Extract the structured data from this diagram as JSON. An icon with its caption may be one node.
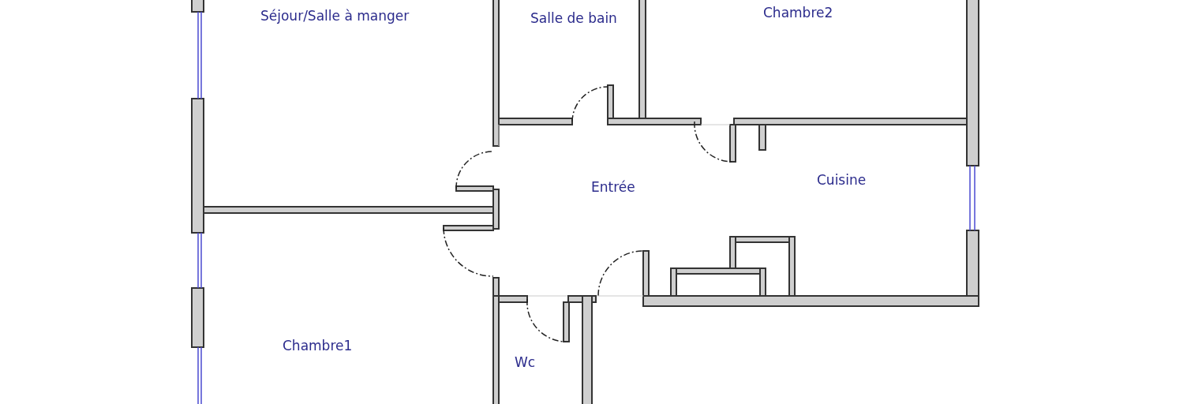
{
  "diagram": {
    "nodes": [
      {
        "text": [
          "Séjour/Salle à manger"
        ]
      },
      {
        "text": [
          "Salle de bain"
        ]
      },
      {
        "text": [
          "Chambre2"
        ]
      },
      {
        "text": [
          "Entrée"
        ]
      },
      {
        "text": [
          "Cuisine"
        ]
      },
      {
        "text": [
          "Chambre1"
        ]
      },
      {
        "text": [
          "Wc"
        ]
      }
    ]
  }
}
